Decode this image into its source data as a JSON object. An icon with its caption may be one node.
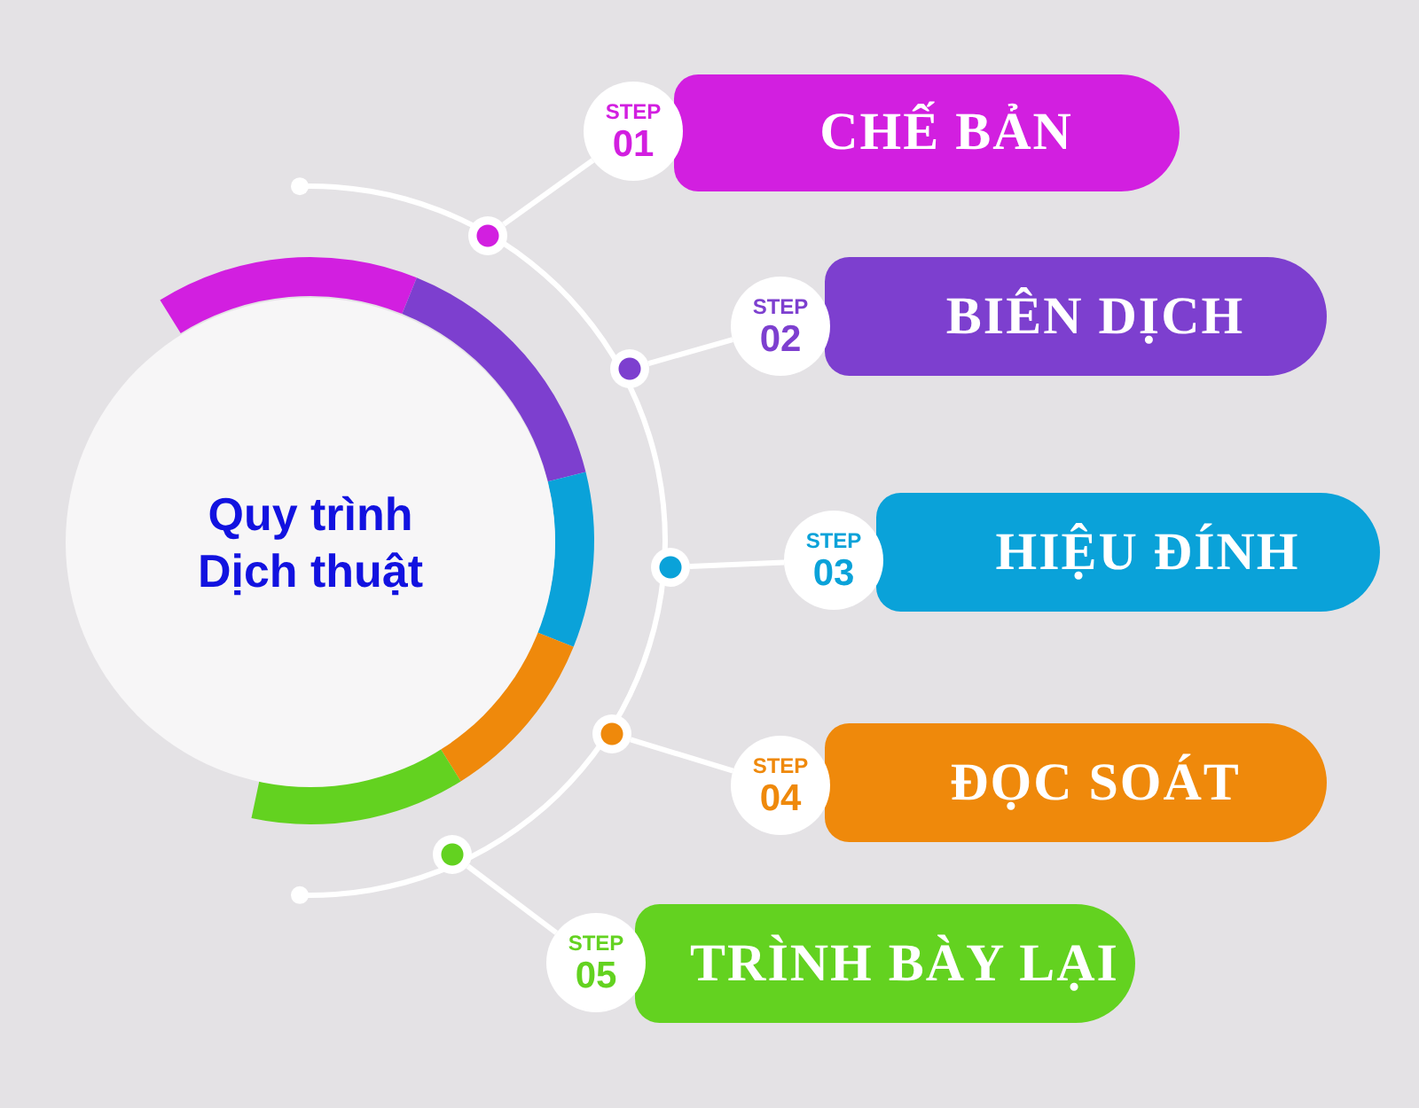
{
  "diagram": {
    "nodes": [
      {
        "text": [
          "Quy trình Dịch thuật"
        ]
      },
      {
        "text": [],
        "shape": "circle"
      },
      {
        "text": [
          "STEP",
          "01"
        ]
      },
      {
        "text": [
          "CHẾ BẢN"
        ]
      },
      {
        "text": [],
        "shape": "circle"
      },
      {
        "text": [
          "STEP",
          "02"
        ]
      },
      {
        "text": [
          "BIÊN DỊCH"
        ]
      },
      {
        "text": [],
        "shape": "circle"
      },
      {
        "text": [
          "STEP",
          "03"
        ]
      },
      {
        "text": [
          "HIỆU ĐÍNH"
        ]
      },
      {
        "text": [],
        "shape": "circle"
      },
      {
        "text": [
          "STEP",
          "04"
        ]
      },
      {
        "text": [
          "ĐỌC SOÁT"
        ]
      },
      {
        "text": [],
        "shape": "circle"
      },
      {
        "text": [
          "STEP",
          "05"
        ]
      },
      {
        "text": [
          "TRÌNH BÀY LẠI"
        ]
      }
    ],
    "edges": [
      {
        "from": 1,
        "to": 2,
        "arrow": "none"
      },
      {
        "from": 4,
        "to": 5,
        "arrow": "none"
      },
      {
        "from": 7,
        "to": 8,
        "arrow": "none"
      },
      {
        "from": 10,
        "to": 11,
        "arrow": "none"
      },
      {
        "from": 13,
        "to": 14,
        "arrow": "none"
      }
    ]
  }
}
